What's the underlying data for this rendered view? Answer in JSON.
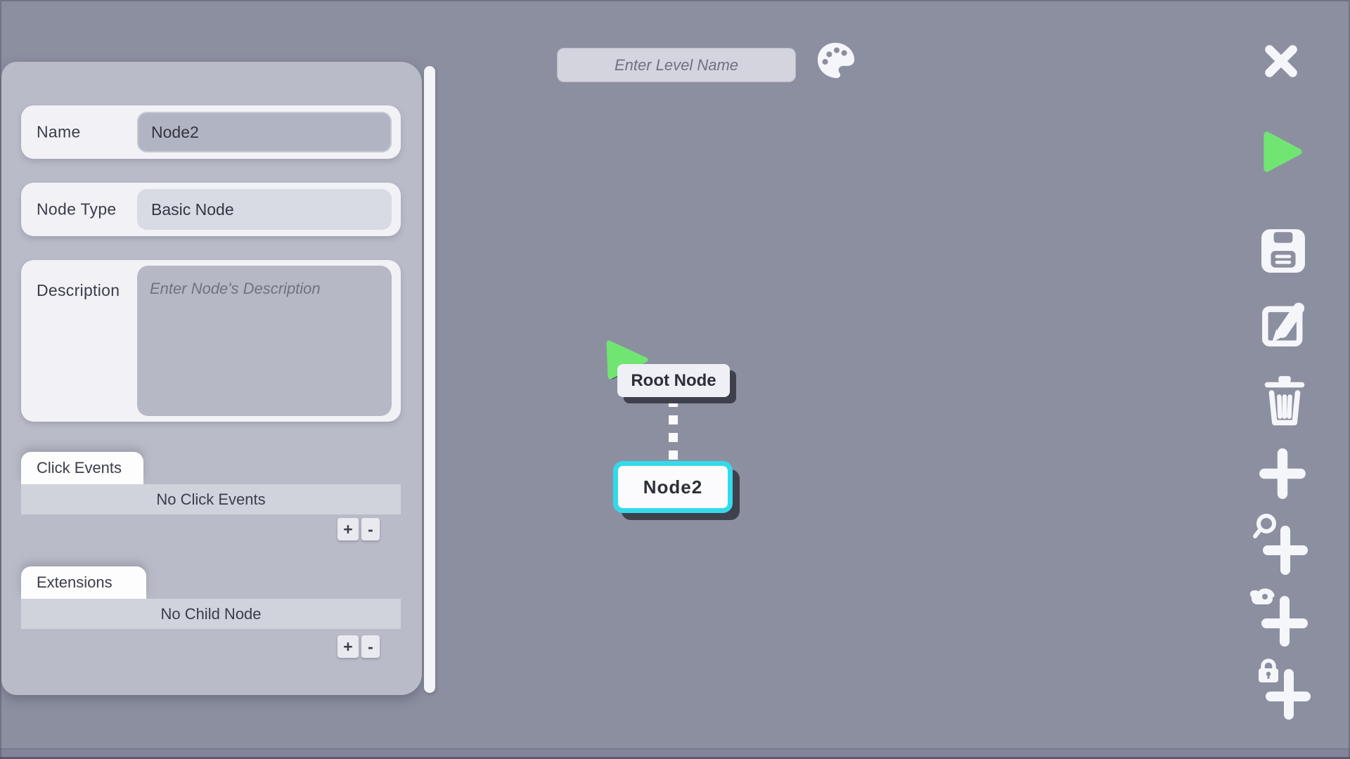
{
  "header": {
    "level_name_input": {
      "value": "",
      "placeholder": "Enter Level Name"
    },
    "palette_icon": "palette-icon"
  },
  "inspector": {
    "fields": [
      {
        "label": "Name",
        "value": "Node2",
        "placeholder": ""
      },
      {
        "label": "Node Type",
        "value": "Basic Node"
      },
      {
        "label": "Description",
        "value": "",
        "placeholder": "Enter Node's Description"
      }
    ],
    "sections": [
      {
        "tab": "Click Events",
        "empty_text": "No Click Events",
        "add_label": "+",
        "remove_label": "-"
      },
      {
        "tab": "Extensions",
        "empty_text": "No Child Node",
        "add_label": "+",
        "remove_label": "-"
      }
    ]
  },
  "canvas": {
    "nodes": [
      {
        "label": "Root Node",
        "type": "root",
        "has_play_marker": true,
        "selected": false
      },
      {
        "label": "Node2",
        "type": "basic",
        "has_play_marker": false,
        "selected": true
      }
    ],
    "connection": {
      "from": "Root Node",
      "to": "Node2",
      "style": "dashed"
    }
  },
  "toolbar": {
    "icons": [
      "close-icon",
      "play-icon",
      "save-icon",
      "edit-icon",
      "delete-icon",
      "add-node-icon",
      "add-zoom-node-icon",
      "add-drag-node-icon",
      "add-locked-node-icon"
    ]
  },
  "colors": {
    "canvas_bg": "#8c8fa0",
    "panel_bg": "#b9bbc8",
    "field_bg": "#f1f1f6",
    "input_dark": "#b1b4c2",
    "input_light": "#d8dae4",
    "row_bg": "#d0d2dc",
    "accent_green": "#70e572",
    "accent_cyan": "#35d9ea",
    "node_shadow": "#3e404b",
    "icon_white": "#f5f6fa",
    "text_dark": "#35373f"
  }
}
